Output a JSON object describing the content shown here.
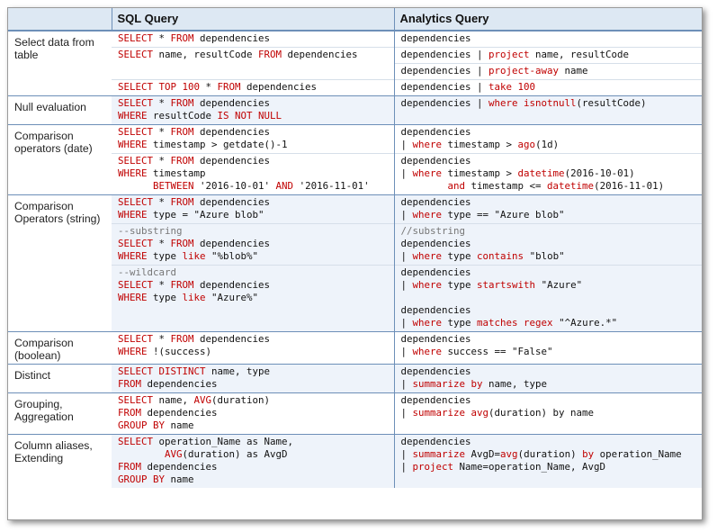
{
  "header": {
    "col_sql": "SQL Query",
    "col_analytics": "Analytics Query"
  },
  "rows": [
    {
      "label": "Select data from table",
      "pairs": [
        {
          "sql": [
            [
              [
                "k",
                "SELECT"
              ],
              [
                "t",
                " * "
              ],
              [
                "k",
                "FROM"
              ],
              [
                "t",
                " dependencies"
              ]
            ]
          ],
          "aq": [
            [
              [
                "t",
                "dependencies"
              ]
            ]
          ]
        },
        {
          "sql": [
            [
              [
                "k",
                "SELECT"
              ],
              [
                "t",
                " name, resultCode "
              ],
              [
                "k",
                "FROM"
              ],
              [
                "t",
                " dependencies"
              ]
            ]
          ],
          "aq": [
            [
              [
                "t",
                "dependencies "
              ],
              [
                "t",
                "| "
              ],
              [
                "k",
                "project"
              ],
              [
                "t",
                " name, resultCode"
              ]
            ]
          ]
        },
        {
          "sql": [],
          "aq": [
            [
              [
                "t",
                "dependencies "
              ],
              [
                "t",
                "| "
              ],
              [
                "k",
                "project-away"
              ],
              [
                "t",
                " name"
              ]
            ]
          ]
        },
        {
          "sql": [
            [
              [
                "k",
                "SELECT TOP 100"
              ],
              [
                "t",
                " * "
              ],
              [
                "k",
                "FROM"
              ],
              [
                "t",
                " dependencies"
              ]
            ]
          ],
          "aq": [
            [
              [
                "t",
                "dependencies "
              ],
              [
                "t",
                "| "
              ],
              [
                "k",
                "take 100"
              ]
            ]
          ]
        }
      ]
    },
    {
      "label": "Null evaluation",
      "pairs": [
        {
          "sql": [
            [
              [
                "k",
                "SELECT"
              ],
              [
                "t",
                " * "
              ],
              [
                "k",
                "FROM"
              ],
              [
                "t",
                " dependencies"
              ]
            ],
            [
              [
                "k",
                "WHERE"
              ],
              [
                "t",
                " resultCode "
              ],
              [
                "k",
                "IS NOT NULL"
              ]
            ]
          ],
          "aq": [
            [
              [
                "t",
                "dependencies "
              ],
              [
                "t",
                "| "
              ],
              [
                "k",
                "where isnotnull"
              ],
              [
                "t",
                "(resultCode)"
              ]
            ]
          ]
        }
      ]
    },
    {
      "label": "Comparison operators (date)",
      "pairs": [
        {
          "sql": [
            [
              [
                "k",
                "SELECT"
              ],
              [
                "t",
                " * "
              ],
              [
                "k",
                "FROM"
              ],
              [
                "t",
                " dependencies"
              ]
            ],
            [
              [
                "k",
                "WHERE"
              ],
              [
                "t",
                " timestamp > getdate()-1"
              ]
            ]
          ],
          "aq": [
            [
              [
                "t",
                "dependencies"
              ]
            ],
            [
              [
                "t",
                "| "
              ],
              [
                "k",
                "where"
              ],
              [
                "t",
                " timestamp > "
              ],
              [
                "k",
                "ago"
              ],
              [
                "t",
                "(1d)"
              ]
            ]
          ]
        },
        {
          "sql": [
            [
              [
                "k",
                "SELECT"
              ],
              [
                "t",
                " * "
              ],
              [
                "k",
                "FROM"
              ],
              [
                "t",
                " dependencies"
              ]
            ],
            [
              [
                "k",
                "WHERE"
              ],
              [
                "t",
                " timestamp"
              ]
            ],
            [
              [
                "t",
                "      "
              ],
              [
                "k",
                "BETWEEN"
              ],
              [
                "t",
                " '2016-10-01' "
              ],
              [
                "k",
                "AND"
              ],
              [
                "t",
                " '2016-11-01'"
              ]
            ]
          ],
          "aq": [
            [
              [
                "t",
                "dependencies"
              ]
            ],
            [
              [
                "t",
                "| "
              ],
              [
                "k",
                "where"
              ],
              [
                "t",
                " timestamp > "
              ],
              [
                "k",
                "datetime"
              ],
              [
                "t",
                "(2016-10-01)"
              ]
            ],
            [
              [
                "t",
                "        "
              ],
              [
                "k",
                "and"
              ],
              [
                "t",
                " timestamp <= "
              ],
              [
                "k",
                "datetime"
              ],
              [
                "t",
                "(2016-11-01)"
              ]
            ]
          ]
        }
      ]
    },
    {
      "label": "Comparison Operators (string)",
      "pairs": [
        {
          "sql": [
            [
              [
                "k",
                "SELECT"
              ],
              [
                "t",
                " * "
              ],
              [
                "k",
                "FROM"
              ],
              [
                "t",
                " dependencies"
              ]
            ],
            [
              [
                "k",
                "WHERE"
              ],
              [
                "t",
                " type = \"Azure blob\""
              ]
            ]
          ],
          "aq": [
            [
              [
                "t",
                "dependencies"
              ]
            ],
            [
              [
                "t",
                "| "
              ],
              [
                "k",
                "where"
              ],
              [
                "t",
                " type == \"Azure blob\""
              ]
            ]
          ]
        },
        {
          "sql": [
            [
              [
                "c",
                "--substring"
              ]
            ],
            [
              [
                "k",
                "SELECT"
              ],
              [
                "t",
                " * "
              ],
              [
                "k",
                "FROM"
              ],
              [
                "t",
                " dependencies"
              ]
            ],
            [
              [
                "k",
                "WHERE"
              ],
              [
                "t",
                " type "
              ],
              [
                "k",
                "like"
              ],
              [
                "t",
                " \"%blob%\""
              ]
            ]
          ],
          "aq": [
            [
              [
                "c",
                "//substring"
              ]
            ],
            [
              [
                "t",
                "dependencies"
              ]
            ],
            [
              [
                "t",
                "| "
              ],
              [
                "k",
                "where"
              ],
              [
                "t",
                " type "
              ],
              [
                "k",
                "contains"
              ],
              [
                "t",
                " \"blob\""
              ]
            ]
          ]
        },
        {
          "sql": [
            [
              [
                "c",
                "--wildcard"
              ]
            ],
            [
              [
                "k",
                "SELECT"
              ],
              [
                "t",
                " * "
              ],
              [
                "k",
                "FROM"
              ],
              [
                "t",
                " dependencies"
              ]
            ],
            [
              [
                "k",
                "WHERE"
              ],
              [
                "t",
                " type "
              ],
              [
                "k",
                "like"
              ],
              [
                "t",
                " \"Azure%\""
              ]
            ]
          ],
          "aq": [
            [
              [
                "t",
                "dependencies"
              ]
            ],
            [
              [
                "t",
                "| "
              ],
              [
                "k",
                "where"
              ],
              [
                "t",
                " type "
              ],
              [
                "k",
                "startswith"
              ],
              [
                "t",
                " \"Azure\""
              ]
            ],
            [
              [
                "t",
                ""
              ]
            ],
            [
              [
                "t",
                "dependencies"
              ]
            ],
            [
              [
                "t",
                "| "
              ],
              [
                "k",
                "where"
              ],
              [
                "t",
                " type "
              ],
              [
                "k",
                "matches regex"
              ],
              [
                "t",
                " \"^Azure.*\""
              ]
            ]
          ]
        }
      ]
    },
    {
      "label": "Comparison (boolean)",
      "pairs": [
        {
          "sql": [
            [
              [
                "k",
                "SELECT"
              ],
              [
                "t",
                " * "
              ],
              [
                "k",
                "FROM"
              ],
              [
                "t",
                " dependencies"
              ]
            ],
            [
              [
                "k",
                "WHERE"
              ],
              [
                "t",
                " !(success)"
              ]
            ]
          ],
          "aq": [
            [
              [
                "t",
                "dependencies"
              ]
            ],
            [
              [
                "t",
                "| "
              ],
              [
                "k",
                "where"
              ],
              [
                "t",
                " success == \"False\""
              ]
            ]
          ]
        }
      ]
    },
    {
      "label": "Distinct",
      "pairs": [
        {
          "sql": [
            [
              [
                "k",
                "SELECT DISTINCT"
              ],
              [
                "t",
                " name, type"
              ]
            ],
            [
              [
                "k",
                "FROM"
              ],
              [
                "t",
                " dependencies"
              ]
            ]
          ],
          "aq": [
            [
              [
                "t",
                "dependencies"
              ]
            ],
            [
              [
                "t",
                "| "
              ],
              [
                "k",
                "summarize by"
              ],
              [
                "t",
                " name, type"
              ]
            ]
          ]
        }
      ]
    },
    {
      "label": "Grouping, Aggregation",
      "pairs": [
        {
          "sql": [
            [
              [
                "k",
                "SELECT"
              ],
              [
                "t",
                " name, "
              ],
              [
                "k",
                "AVG"
              ],
              [
                "t",
                "(duration)"
              ]
            ],
            [
              [
                "k",
                "FROM"
              ],
              [
                "t",
                " dependencies"
              ]
            ],
            [
              [
                "k",
                "GROUP BY"
              ],
              [
                "t",
                " name"
              ]
            ]
          ],
          "aq": [
            [
              [
                "t",
                "dependencies"
              ]
            ],
            [
              [
                "t",
                "| "
              ],
              [
                "k",
                "summarize avg"
              ],
              [
                "t",
                "(duration) by name"
              ]
            ]
          ]
        }
      ]
    },
    {
      "label": "Column aliases, Extending",
      "pairs": [
        {
          "sql": [
            [
              [
                "k",
                "SELECT"
              ],
              [
                "t",
                " operation_Name as Name,"
              ]
            ],
            [
              [
                "t",
                "        "
              ],
              [
                "k",
                "AVG"
              ],
              [
                "t",
                "(duration) as AvgD"
              ]
            ],
            [
              [
                "k",
                "FROM"
              ],
              [
                "t",
                " dependencies"
              ]
            ],
            [
              [
                "k",
                "GROUP BY"
              ],
              [
                "t",
                " name"
              ]
            ]
          ],
          "aq": [
            [
              [
                "t",
                "dependencies"
              ]
            ],
            [
              [
                "t",
                "| "
              ],
              [
                "k",
                "summarize"
              ],
              [
                "t",
                " AvgD="
              ],
              [
                "k",
                "avg"
              ],
              [
                "t",
                "(duration) "
              ],
              [
                "k",
                "by"
              ],
              [
                "t",
                " operation_Name"
              ]
            ],
            [
              [
                "t",
                "| "
              ],
              [
                "k",
                "project"
              ],
              [
                "t",
                " Name=operation_Name, AvgD"
              ]
            ]
          ]
        }
      ]
    }
  ]
}
